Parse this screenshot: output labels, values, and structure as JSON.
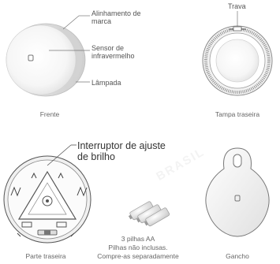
{
  "front": {
    "caption": "Frente",
    "callouts": {
      "alignment": "Alinhamento de marca",
      "sensor": "Sensor de infravermelho",
      "lamp": "Lâmpada"
    }
  },
  "back_cover": {
    "caption": "Tampa traseira",
    "callout_lock": "Trava"
  },
  "back": {
    "caption": "Parte traseira",
    "callout_switch": "Interruptor de ajuste de brilho"
  },
  "batteries": {
    "line1": "3 pilhas AA",
    "line2": "Pilhas não inclusas.",
    "line3": "Compre-as separadamente"
  },
  "hook": {
    "caption": "Gancho"
  },
  "watermark": {
    "text": "BRASIL"
  }
}
